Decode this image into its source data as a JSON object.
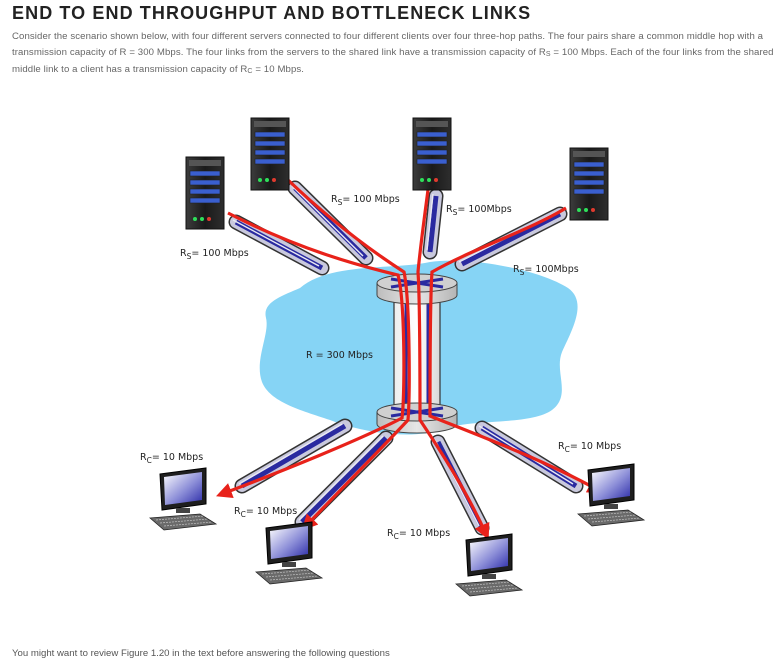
{
  "page": {
    "title": "END TO END THROUGHPUT AND BOTTLENECK LINKS",
    "description": {
      "part1": "Consider the scenario shown below, with four different servers connected to four different clients over four three-hop paths. The four pairs share a common middle hop with a transmission capacity of R = 300 Mbps. The four links from the servers to the shared link have a transmission capacity of R",
      "sub_s": "S",
      "part2": " = 100 Mbps. Each of the four links from the shared middle link to a client has a transmission capacity of R",
      "sub_c": "C",
      "part3": " = 10 Mbps."
    },
    "footer": "You might want to review Figure 1.20 in the text before answering the following questions"
  },
  "diagram": {
    "shared_link_label": "R = 300 Mbps",
    "server_links": [
      {
        "r": "R",
        "sub": "S",
        "rest": "= 100 Mbps"
      },
      {
        "r": "R",
        "sub": "S",
        "rest": "= 100 Mbps"
      },
      {
        "r": "R",
        "sub": "S",
        "rest": "= 100Mbps"
      },
      {
        "r": "R",
        "sub": "S",
        "rest": "= 100Mbps"
      }
    ],
    "client_links": [
      {
        "r": "R",
        "sub": "C",
        "rest": "= 10 Mbps"
      },
      {
        "r": "R",
        "sub": "C",
        "rest": "= 10 Mbps"
      },
      {
        "r": "R",
        "sub": "C",
        "rest": "= 10 Mbps"
      },
      {
        "r": "R",
        "sub": "C",
        "rest": "= 10 Mbps"
      }
    ],
    "colors": {
      "cloud": "#86d4f5",
      "path": "#e8221a",
      "pipe_core": "#2a2aa0",
      "pipe_body": "#c9c9dd",
      "router": "#d0d0d0"
    }
  }
}
